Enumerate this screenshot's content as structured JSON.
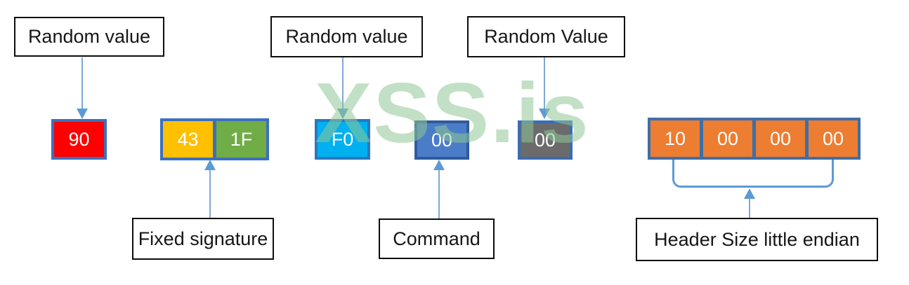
{
  "watermark": {
    "text": "XSS.is",
    "color": "#8FC796"
  },
  "diagram": {
    "callouts": {
      "random1": "Random value",
      "random2": "Random value",
      "random3": "Random Value",
      "fixed_signature": "Fixed signature",
      "command": "Command",
      "header_size": "Header Size little endian"
    },
    "bytes": {
      "random1": "90",
      "signature": [
        "43",
        "1F"
      ],
      "random2": "F0",
      "command": "00",
      "random3": "00",
      "header_size": [
        "10",
        "00",
        "00",
        "00"
      ]
    },
    "colors": {
      "red": "#FE0000",
      "yellow": "#FFC000",
      "green": "#70AD47",
      "cyan": "#00B0F0",
      "blue_fill": "#4B7CC7",
      "gray": "#6B6B6B",
      "orange": "#ED7D31",
      "box_border_blue": "#3C70BE",
      "arrow_blue": "#5B9BD5",
      "callout_border": "#0D0D0D"
    }
  }
}
